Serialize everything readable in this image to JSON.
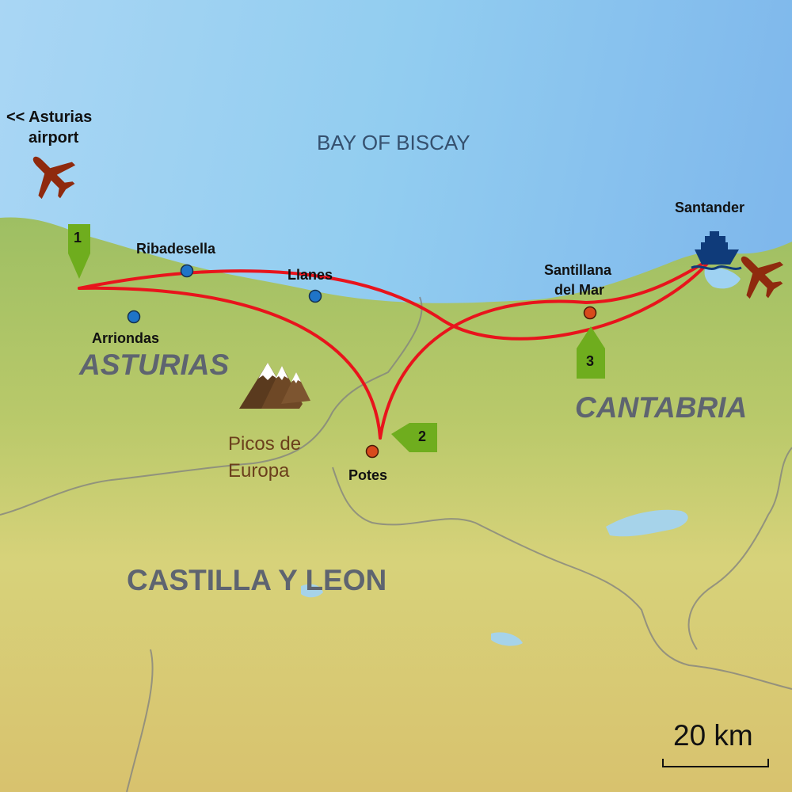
{
  "sea": {
    "label": "BAY OF BISCAY"
  },
  "airport": {
    "line1": "<< Asturias",
    "line2": "airport"
  },
  "regions": {
    "asturias": "ASTURIAS",
    "cantabria": "CANTABRIA",
    "castilla": "CASTILLA Y LEON"
  },
  "towns": {
    "ribadesella": "Ribadesella",
    "llanes": "Llanes",
    "arriondas": "Arriondas",
    "santillana_line1": "Santillana",
    "santillana_line2": "del Mar",
    "potes": "Potes",
    "santander": "Santander"
  },
  "mountains": {
    "line1": "Picos de",
    "line2": "Europa"
  },
  "stops": [
    {
      "number": "1"
    },
    {
      "number": "2"
    },
    {
      "number": "3"
    }
  ],
  "scale": {
    "label": "20 km"
  },
  "colors": {
    "sea": "#8fc7ee",
    "land": "#c7cf6a",
    "route": "#e8141c",
    "stop_marker": "#6fad1e",
    "overnight_town": "#d84a1c",
    "town": "#1f74c8",
    "plane": "#8f2a0e",
    "ferry": "#0f3b7a"
  },
  "icons": [
    "plane-icon",
    "ferry-icon",
    "mountain-icon"
  ]
}
